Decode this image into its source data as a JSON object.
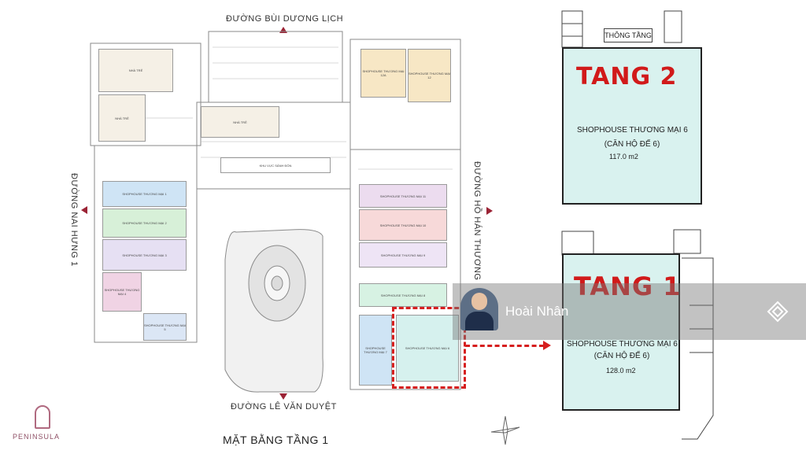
{
  "streets": {
    "top": "ĐƯỜNG BÙI DƯƠNG LỊCH",
    "bottom": "ĐƯỜNG LÊ VĂN DUYỆT",
    "left": "ĐƯỜNG NAI HƯNG 1",
    "right": "ĐƯỜNG HỒ HÁN THƯƠNG"
  },
  "floor_plan_title": "MẶT BẰNG TẦNG 1",
  "brand": {
    "name": "PENINSULA"
  },
  "plan_rooms": [
    {
      "label": "NHÀ TRẺ",
      "color": "#f5f0e6"
    },
    {
      "label": "NHÀ TRẺ",
      "color": "#f5f0e6"
    },
    {
      "label": "NHÀ TRẺ",
      "color": "#f5f0e6"
    },
    {
      "label": "KHU VỰC SẢNH ĐÓN",
      "color": "#ffffff"
    },
    {
      "label": "SHOPHOUSE THƯƠNG MẠI 12A",
      "color": "#f7e7c5"
    },
    {
      "label": "SHOPHOUSE THƯƠNG MẠI 12",
      "color": "#f7e7c5"
    },
    {
      "label": "SHOPHOUSE THƯƠNG MẠI 1",
      "color": "#cfe4f5"
    },
    {
      "label": "SHOPHOUSE THƯƠNG MẠI 2",
      "color": "#d7f0d8"
    },
    {
      "label": "SHOPHOUSE THƯƠNG MẠI 3",
      "color": "#e6e0f3"
    },
    {
      "label": "SHOPHOUSE THƯƠNG MẠI 4",
      "color": "#f0d3e4"
    },
    {
      "label": "SHOPHOUSE THƯƠNG MẠI 5",
      "color": "#dbe6f5"
    },
    {
      "label": "SHOPHOUSE THƯƠNG MẠI 11",
      "color": "#ecdcef"
    },
    {
      "label": "SHOPHOUSE THƯƠNG MẠI 10",
      "color": "#f7d9d9"
    },
    {
      "label": "SHOPHOUSE THƯƠNG MẠI 9",
      "color": "#eee4f5"
    },
    {
      "label": "SHOPHOUSE THƯƠNG MẠI 8",
      "color": "#d7f2e3"
    },
    {
      "label": "SHOPHOUSE THƯƠNG MẠI 7",
      "color": "#cfe4f5"
    },
    {
      "label": "SHOPHOUSE THƯƠNG MẠI 6",
      "color": "#d6f1ee"
    }
  ],
  "level_2": {
    "label": "TANG 2",
    "unit_name": "SHOPHOUSE THƯƠNG MẠI 6",
    "unit_sub": "(CĂN HỘ ĐẾ 6)",
    "area": "117.0 m2",
    "mezzanine": "THÔNG TẦNG"
  },
  "level_1": {
    "label": "TANG 1",
    "unit_name": "SHOPHOUSE THƯƠNG MẠI 6",
    "unit_sub": "(CĂN HỘ ĐẾ 6)",
    "area": "128.0 m2"
  },
  "watermark": {
    "name": "Hoài Nhân"
  },
  "colors": {
    "accent_red": "#d61f1f",
    "street_arrow": "#9b2335",
    "brand": "#8e4f65"
  }
}
